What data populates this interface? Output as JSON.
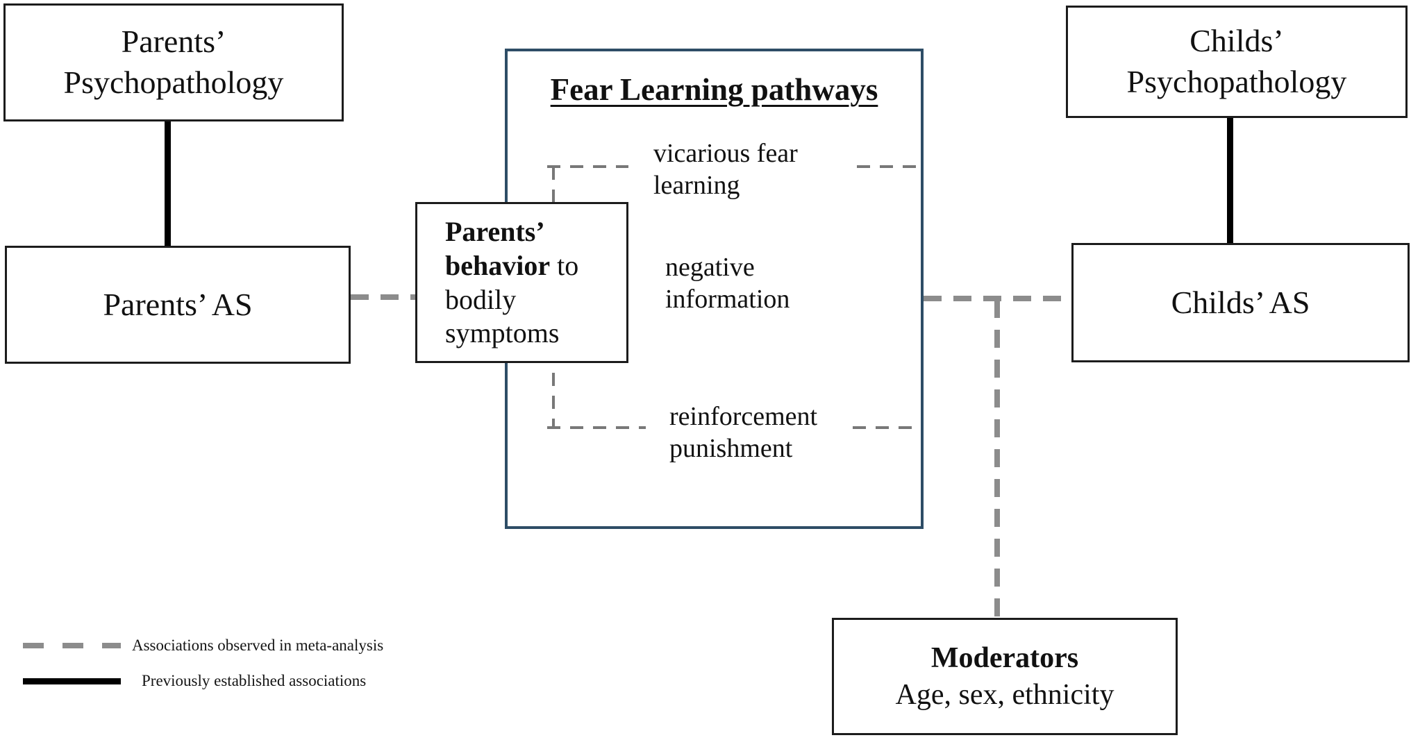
{
  "diagram": {
    "boxes": {
      "parents_psychopathology": {
        "label": "Parents’\nPsychopathology"
      },
      "parents_as": {
        "label": "Parents’ AS"
      },
      "parents_behavior": {
        "bold_text": "Parents’ behavior",
        "rest_text": " to bodily symptoms"
      },
      "fear_learning": {
        "title": "Fear Learning pathways",
        "pathways": [
          "vicarious fear\nlearning",
          "negative\ninformation",
          "reinforcement\npunishment"
        ]
      },
      "childs_psychopathology": {
        "label": "Childs’\nPsychopathology"
      },
      "childs_as": {
        "label": "Childs’ AS"
      },
      "moderators": {
        "title": "Moderators",
        "subtitle": "Age, sex, ethnicity"
      }
    },
    "legend": [
      {
        "style": "dashed",
        "label": "Associations observed in meta-analysis"
      },
      {
        "style": "solid",
        "label": "Previously established associations"
      }
    ],
    "colors": {
      "fear_box_border": "#2e4d66",
      "dashed_line_gray": "#8c8c8c",
      "thin_dashed_gray": "#787878",
      "solid_line_black": "#000000"
    }
  }
}
